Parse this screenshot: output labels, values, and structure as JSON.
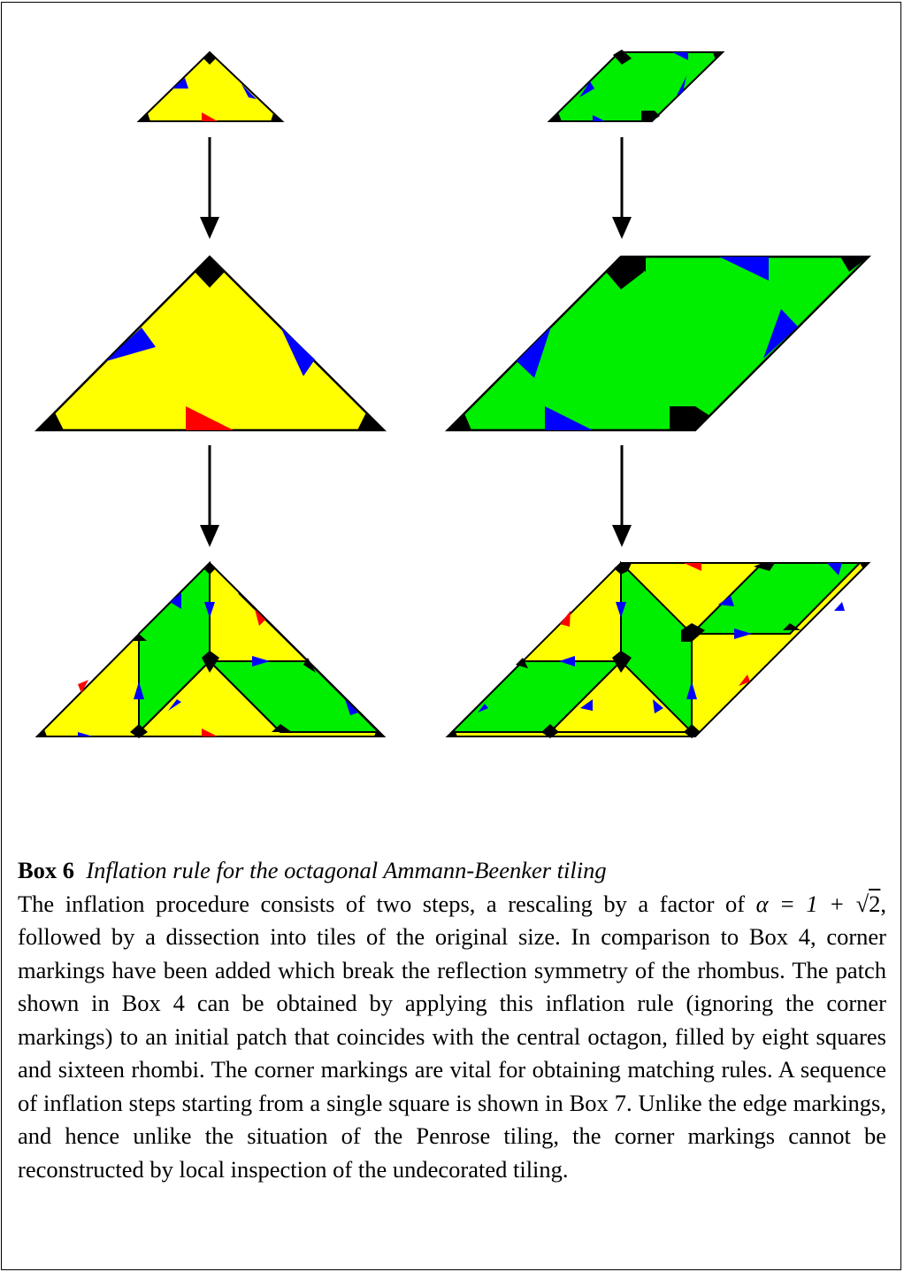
{
  "colors": {
    "triangle_fill": "#ffff00",
    "rhombus_fill": "#00ee00",
    "outline": "#000000",
    "edge_marking": "#0000ff",
    "corner_marking": "#ff0000",
    "arrow": "#000000",
    "vertex_marking": "#000000"
  },
  "caption": {
    "box_label": "Box 6",
    "box_title": "Inflation rule for the octagonal Ammann-Beenker tiling",
    "text_before_formula": "The inflation procedure consists of two steps, a rescaling by a factor of ",
    "formula_lhs": "α = 1 + √",
    "formula_radicand": "2",
    "text_after_formula": ", followed by a dissection into tiles of the original size. In comparison to Box 4, corner markings have been added which break the reflection symmetry of the rhombus. The patch shown in Box 4 can be obtained by applying this inflation rule (ignoring the corner markings) to an initial patch that coincides with the central octagon, filled by eight squares and sixteen rhombi. The corner markings are vital for obtaining matching rules. A sequence of inflation steps starting from a single square is shown in Box 7. Unlike the edge markings, and hence unlike the situation of the Penrose tiling, the corner markings cannot be reconstructed by local inspection of the undecorated tiling."
  }
}
